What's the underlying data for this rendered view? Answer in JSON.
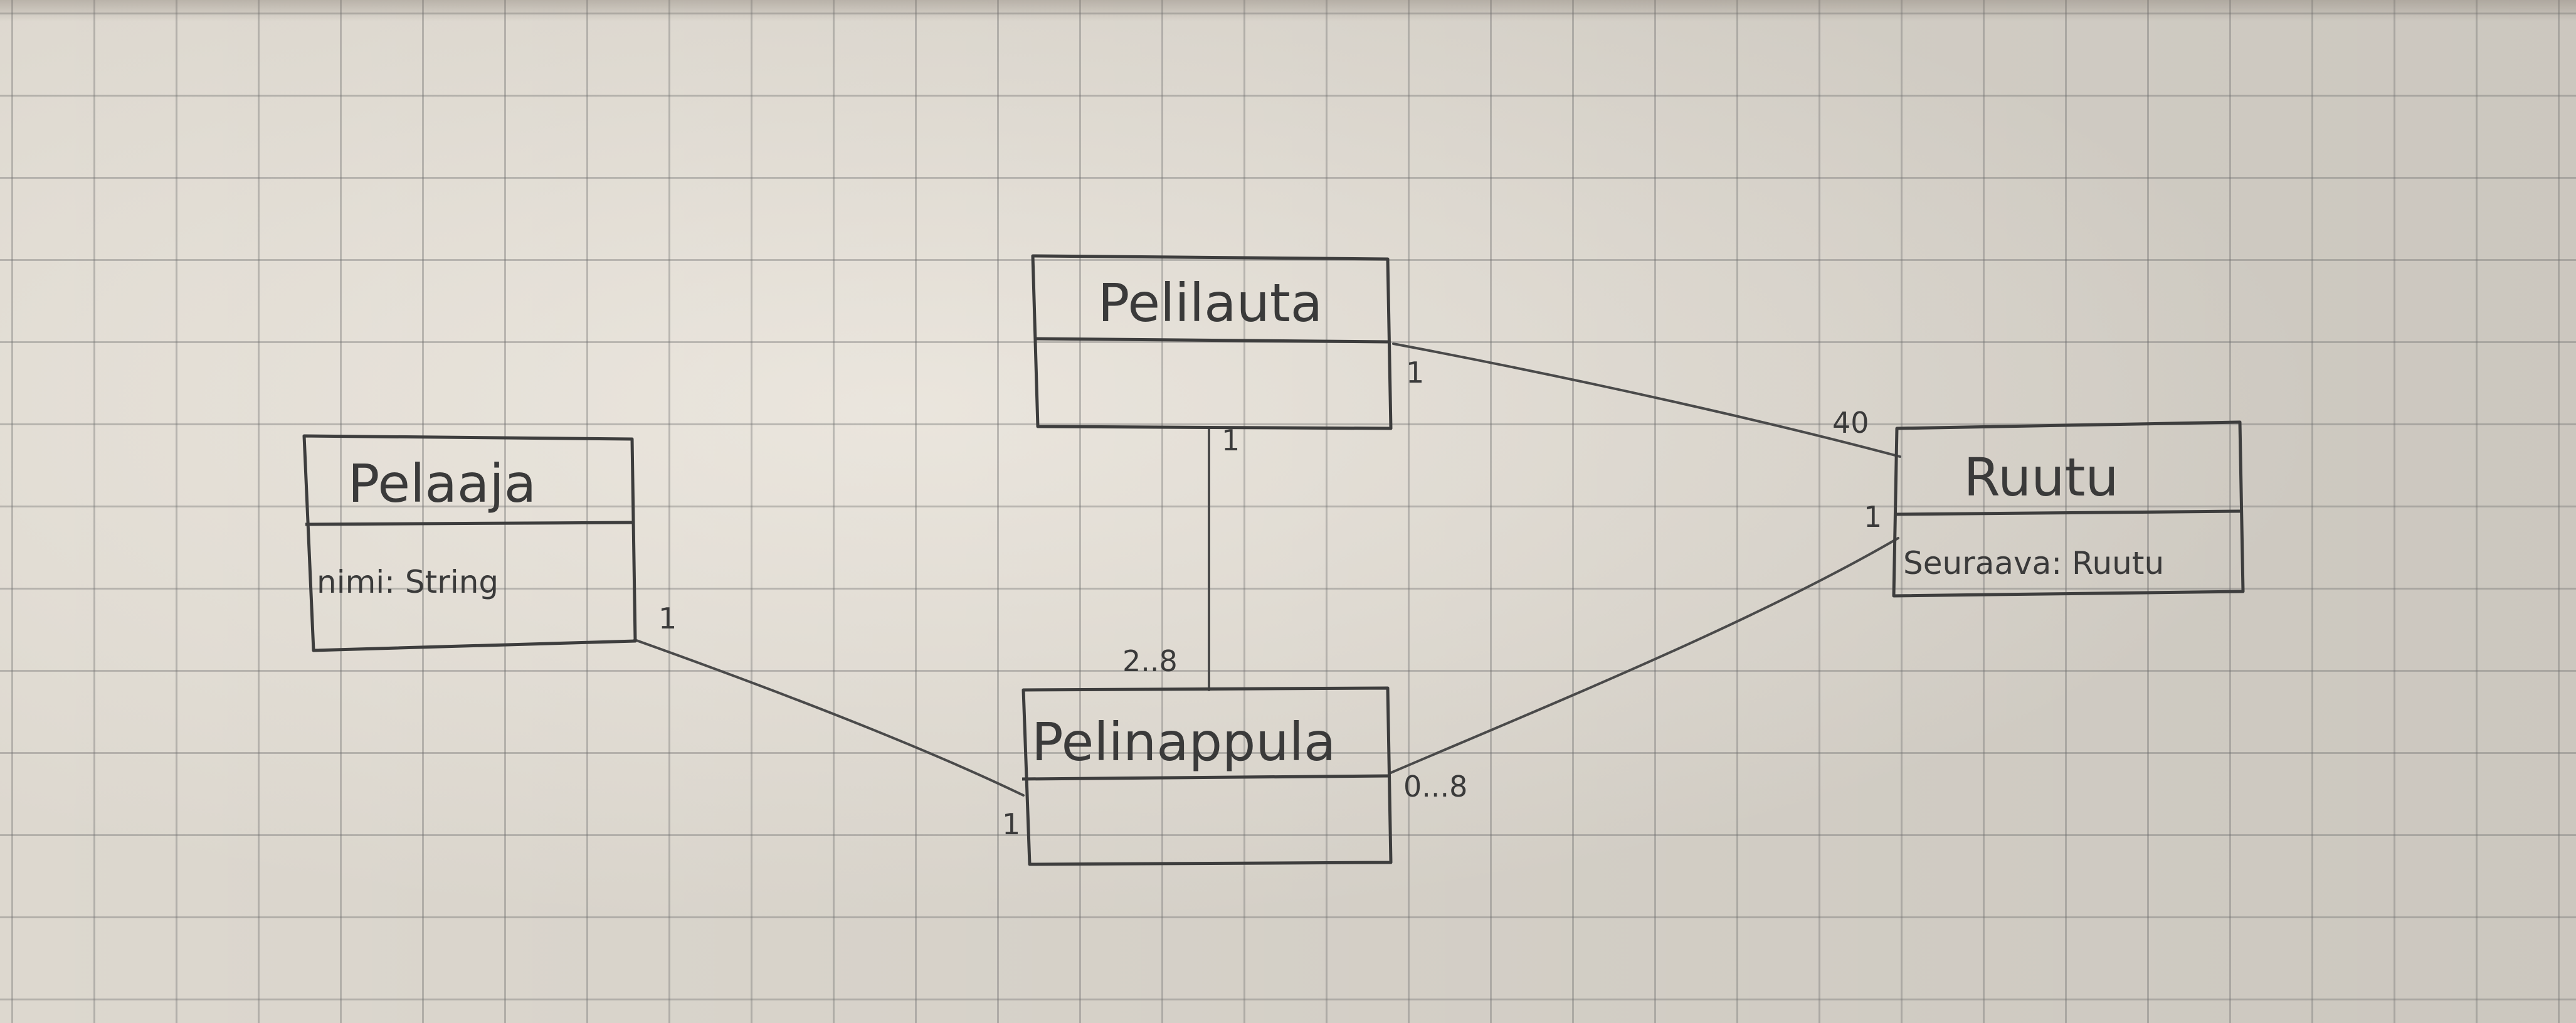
{
  "diagram": {
    "classes": [
      {
        "id": "pelilauta",
        "name": "Pelilauta",
        "attributes": []
      },
      {
        "id": "pelaaja",
        "name": "Pelaaja",
        "attributes": [
          "nimi: String"
        ]
      },
      {
        "id": "ruutu",
        "name": "Ruutu",
        "attributes": [
          "Seuraava: Ruutu"
        ]
      },
      {
        "id": "pelinappula",
        "name": "Pelinappula",
        "attributes": []
      }
    ],
    "associations": [
      {
        "from": "Pelilauta",
        "from_mult": "1",
        "to": "Ruutu",
        "to_mult": "40"
      },
      {
        "from": "Pelilauta",
        "from_mult": "1",
        "to": "Pelinappula",
        "to_mult": "2..8"
      },
      {
        "from": "Pelaaja",
        "from_mult": "1",
        "to": "Pelinappula",
        "to_mult": "1"
      },
      {
        "from": "Pelinappula",
        "from_mult": "0...8",
        "to": "Ruutu",
        "to_mult": "1"
      }
    ],
    "multiplicity_labels": {
      "pelilauta_ruutu_near_pelilauta": "1",
      "pelilauta_ruutu_near_ruutu": "40",
      "pelilauta_pelinappula_near_pelilauta": "1",
      "pelilauta_pelinappula_near_pelinappula": "2..8",
      "pelaaja_pelinappula_near_pelaaja": "1",
      "pelaaja_pelinappula_near_pelinappula": "1",
      "pelinappula_ruutu_near_pelinappula": "0...8",
      "pelinappula_ruutu_near_ruutu": "1"
    }
  }
}
